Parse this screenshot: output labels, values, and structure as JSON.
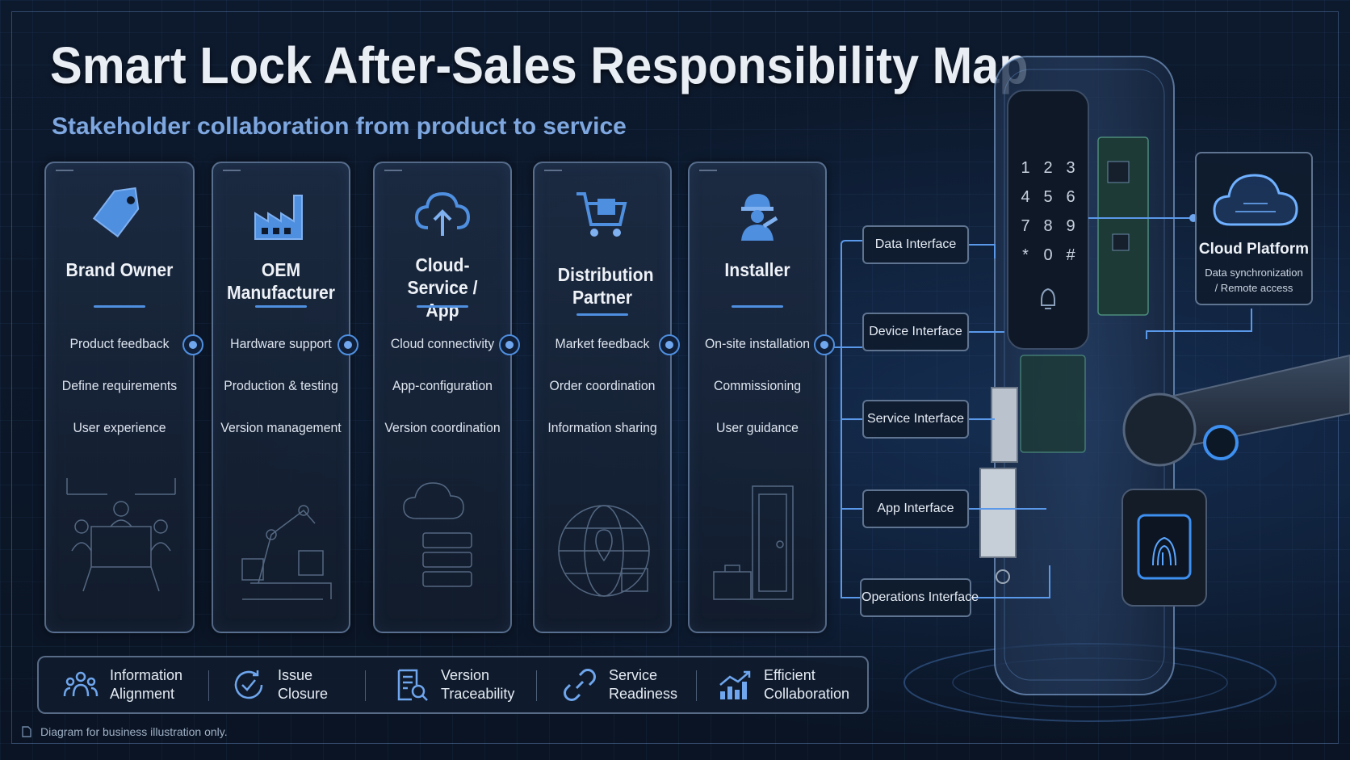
{
  "header": {
    "title": "Smart Lock After-Sales Responsibility Map",
    "subtitle": "Stakeholder collaboration from product to service"
  },
  "stakeholders": [
    {
      "title": "Brand Owner",
      "icon": "tag-icon",
      "items": [
        "Product feedback",
        "Define requirements",
        "User experience"
      ]
    },
    {
      "title": "OEM Manufacturer",
      "icon": "factory-icon",
      "items": [
        "Hardware support",
        "Production & testing",
        "Version management"
      ]
    },
    {
      "title": "Cloud-Service / App",
      "icon": "cloud-upload-icon",
      "items": [
        "Cloud connectivity",
        "App-configuration",
        "Version coordination"
      ]
    },
    {
      "title": "Distribution Partner",
      "icon": "cart-icon",
      "items": [
        "Market feedback",
        "Order coordination",
        "Information sharing"
      ]
    },
    {
      "title": "Installer",
      "icon": "worker-icon",
      "items": [
        "On-site installation",
        "Commissioning",
        "User guidance"
      ]
    }
  ],
  "interfaces": [
    "Data Interface",
    "Device Interface",
    "Service Interface",
    "App Interface",
    "Operations Interface"
  ],
  "keypad": [
    "1",
    "2",
    "3",
    "4",
    "5",
    "6",
    "7",
    "8",
    "9",
    "*",
    "0",
    "#"
  ],
  "cloud_platform": {
    "title": "Cloud Platform",
    "description": "Data synchronization / Remote access",
    "icon": "cloud-icon"
  },
  "benefits": [
    {
      "label": "Information Alignment",
      "icon": "people-icon"
    },
    {
      "label": "Issue Closure",
      "icon": "cycle-check-icon"
    },
    {
      "label": "Version Traceability",
      "icon": "document-search-icon"
    },
    {
      "label": "Service Readiness",
      "icon": "link-icon"
    },
    {
      "label": "Efficient Collaboration",
      "icon": "growth-chart-icon"
    }
  ],
  "footnote": "Diagram for business illustration only.",
  "colors": {
    "background": "#0b1526",
    "accent": "#4f8fe0",
    "card_border": "#8caad2",
    "title_text": "#e9eef5",
    "subtitle_text": "#7ea7e0"
  }
}
